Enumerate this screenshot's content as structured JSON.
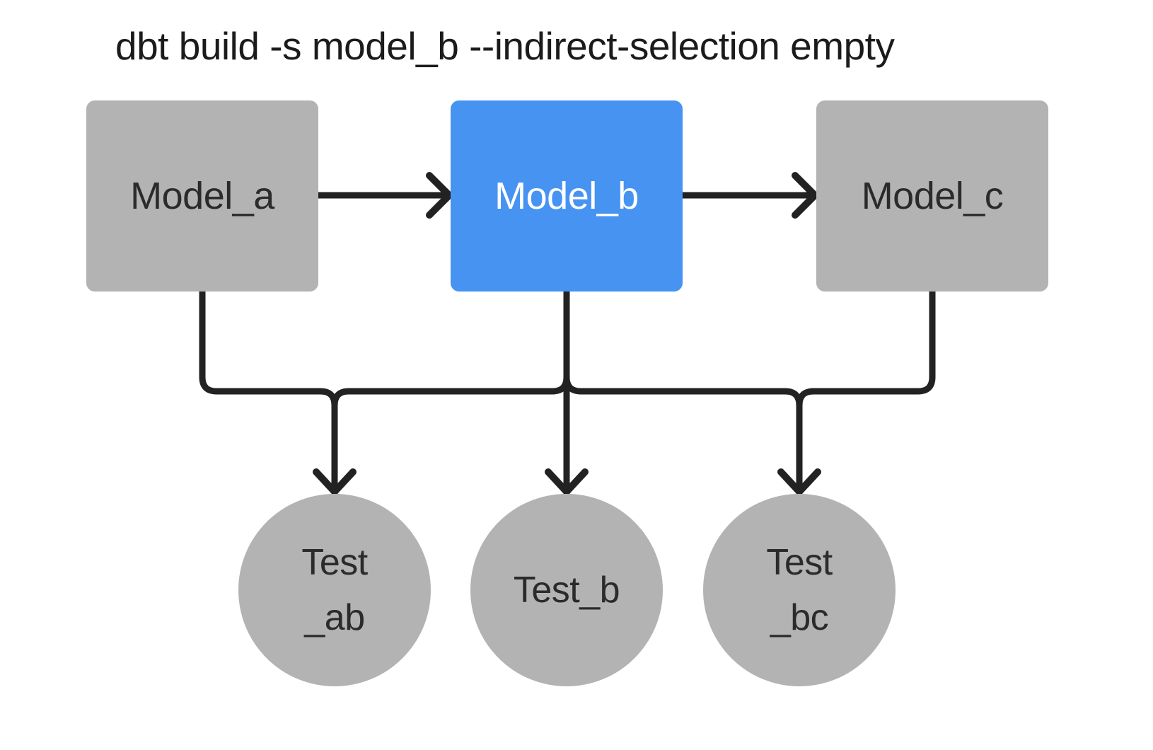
{
  "title": "dbt build -s model_b --indirect-selection empty",
  "colors": {
    "selected_fill": "#4793f2",
    "unselected_fill": "#b3b3b3",
    "edge": "#222222",
    "selected_text": "#ffffff",
    "unselected_text": "#2b2b2b",
    "background": "#ffffff"
  },
  "models": [
    {
      "id": "model_a",
      "label": "Model_a",
      "selected": false
    },
    {
      "id": "model_b",
      "label": "Model_b",
      "selected": true
    },
    {
      "id": "model_c",
      "label": "Model_c",
      "selected": false
    }
  ],
  "tests": [
    {
      "id": "test_ab",
      "line1": "Test",
      "line2": "_ab"
    },
    {
      "id": "test_b",
      "line1": "Test_b",
      "line2": ""
    },
    {
      "id": "test_bc",
      "line1": "Test",
      "line2": "_bc"
    }
  ],
  "edges": [
    "model_a -> model_b",
    "model_b -> model_c",
    "model_a -> test_ab",
    "model_b -> test_ab",
    "model_b -> test_b",
    "model_b -> test_bc",
    "model_c -> test_bc"
  ]
}
